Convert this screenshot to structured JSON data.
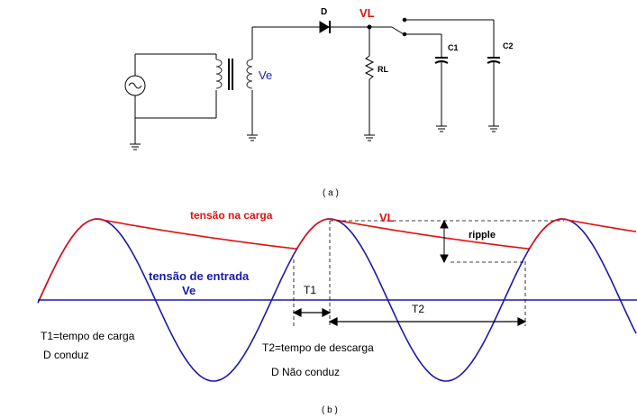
{
  "circuit": {
    "diode_label": "D",
    "vl_label": "VL",
    "ve_label": "Ve",
    "rl_label": "RL",
    "c1_label": "C1",
    "c2_label": "C2",
    "caption": "( a )"
  },
  "waveform": {
    "carga_label": "tensão na carga",
    "vl_label": "VL",
    "ripple_label": "ripple",
    "entrada_label": "tensão de entrada",
    "ve_label": "Ve",
    "t1_label": "T1",
    "t2_label": "T2",
    "t1_desc": "T1=tempo de carga",
    "d_conduz": "D conduz",
    "t2_desc": "T2=tempo de descarga",
    "d_nao_conduz": "D Não conduz",
    "caption": "( b )"
  },
  "colors": {
    "input_wave": "#1a1aa8",
    "load_wave": "#e01010",
    "red_text": "#e01010",
    "blue_text": "#1a1aa8",
    "wire": "#000000"
  }
}
